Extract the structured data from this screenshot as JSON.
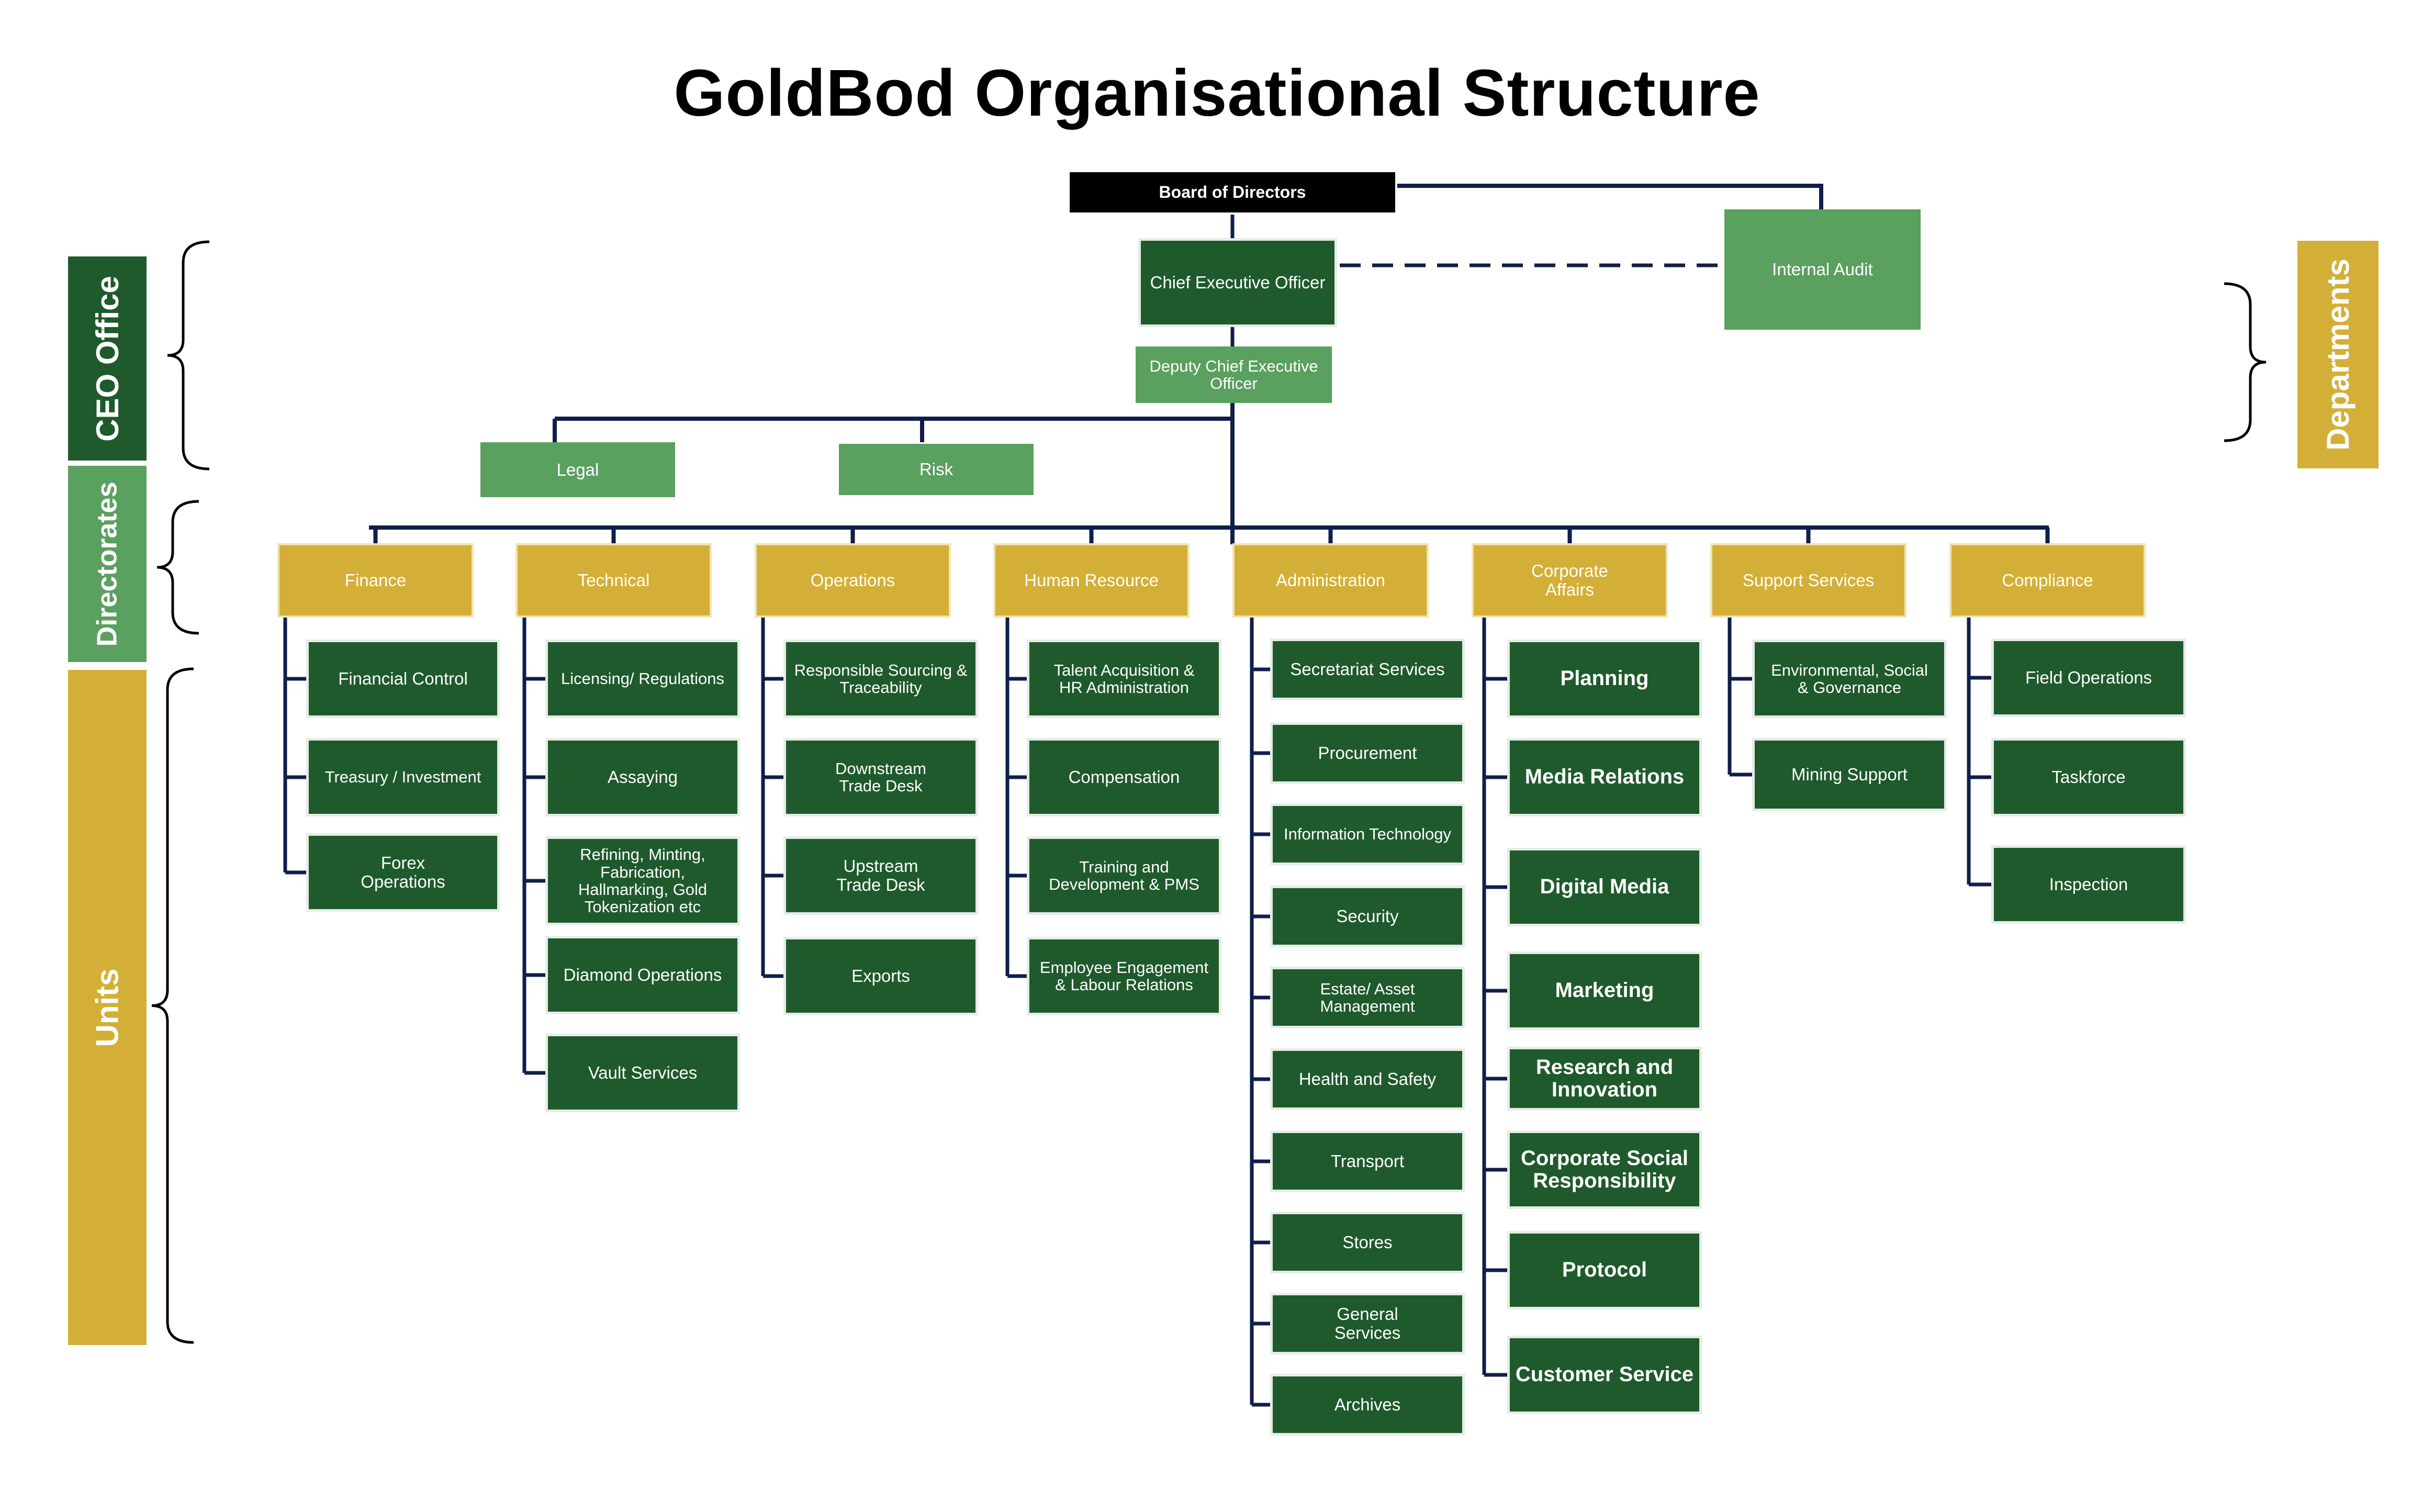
{
  "title": "GoldBod Organisational Structure",
  "colors": {
    "dark_green": "#1f5a2c",
    "light_green": "#5aa05f",
    "gold": "#d4af37",
    "navy": "#0f1e4a",
    "black": "#000000"
  },
  "side_labels": {
    "ceo_office": "CEO Office",
    "directorates": "Directorates",
    "units": "Units",
    "departments": "Departments"
  },
  "top": {
    "board": "Board of Directors",
    "ceo": "Chief Executive Officer",
    "deputy": "Deputy Chief Executive\nOfficer",
    "internal_audit": "Internal Audit",
    "legal": "Legal",
    "risk": "Risk"
  },
  "directorates": [
    {
      "name": "Finance",
      "units": [
        "Financial Control",
        "Treasury / Investment",
        "Forex\nOperations"
      ]
    },
    {
      "name": "Technical",
      "units": [
        "Licensing/ Regulations",
        "Assaying",
        "Refining, Minting,\nFabrication,\nHallmarking, Gold\nTokenization etc",
        "Diamond Operations",
        "Vault Services"
      ]
    },
    {
      "name": "Operations",
      "units": [
        "Responsible Sourcing &\nTraceability",
        "Downstream\nTrade Desk",
        "Upstream\nTrade Desk",
        "Exports"
      ]
    },
    {
      "name": "Human   Resource",
      "units": [
        "Talent  Acquisition &\nHR Administration",
        "Compensation",
        "Training and\nDevelopment & PMS",
        "Employee Engagement\n& Labour Relations"
      ]
    },
    {
      "name": "Administration",
      "units": [
        "Secretariat Services",
        "Procurement",
        "Information Technology",
        "Security",
        "Estate/ Asset\nManagement",
        "Health and  Safety",
        "Transport",
        "Stores",
        "General\nServices",
        "Archives"
      ]
    },
    {
      "name": "Corporate\nAffairs",
      "units": [
        "Planning",
        "Media Relations",
        "Digital Media",
        "Marketing",
        "Research and\nInnovation",
        "Corporate Social\nResponsibility",
        "Protocol",
        "Customer Service"
      ]
    },
    {
      "name": "Support  Services",
      "units": [
        "Environmental, Social\n& Governance",
        "Mining Support"
      ]
    },
    {
      "name": "Compliance",
      "units": [
        "Field Operations",
        "Taskforce",
        "Inspection"
      ]
    }
  ]
}
